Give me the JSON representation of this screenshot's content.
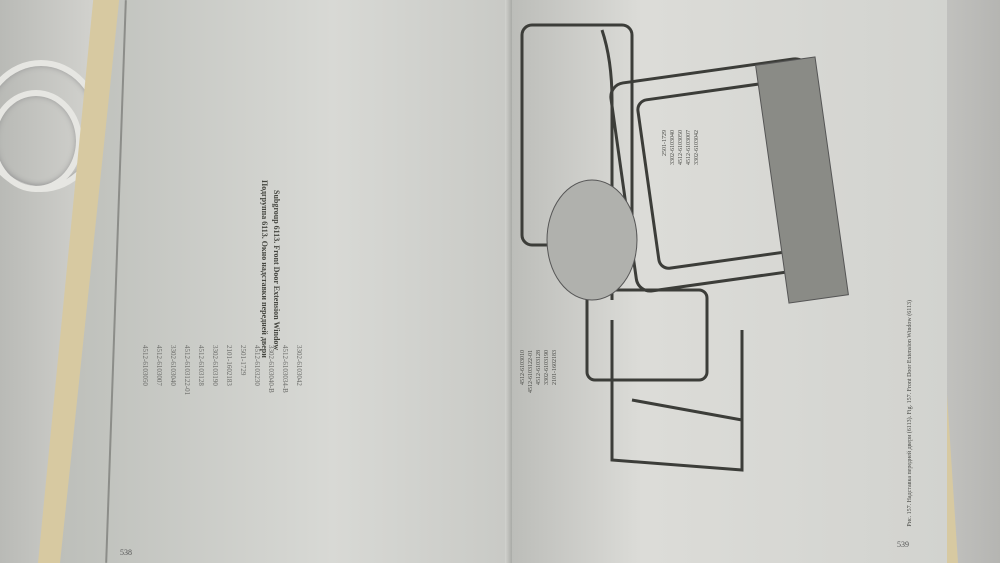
{
  "left_page": {
    "heading_ru": "Подгруппа 6113. Окно надставки передней двери",
    "heading_en": "Subgroup 6113. Front Door Extension Window",
    "part_numbers": [
      "4512-6103050",
      "4512-6103007",
      "3302-6103040",
      "4512-6103122-01",
      "4512-6103128",
      "3302-6103190",
      "2101-1602183",
      "2501-1729",
      "4512-6103230",
      "3302-6103040-B",
      "4512-6103034-B",
      "3302-6103042"
    ],
    "page_number": "538"
  },
  "right_page": {
    "callouts": [
      "4512-6103010",
      "4512-6103122-01",
      "4512-6103128",
      "3302-6103190",
      "2101-1602183",
      "2501-1729",
      "3302-6103040",
      "4512-6103050",
      "4512-6103007",
      "3302-6103042"
    ],
    "caption": "Рис. 157. Надставка передней двери (6113). Fig. 157. Front Door Extension Window (6113)",
    "page_number": "539"
  }
}
